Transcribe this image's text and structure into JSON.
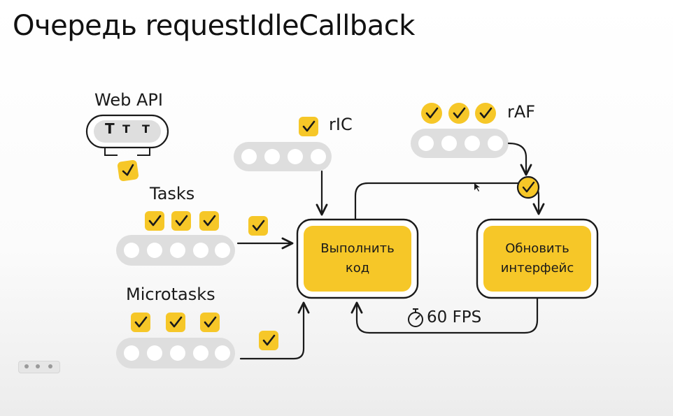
{
  "slide": {
    "title": "Очередь requestIdleCallback"
  },
  "labels": {
    "web_api": "Web API",
    "web_api_glyphs": [
      "T",
      "T",
      "T"
    ],
    "tasks": "Tasks",
    "microtasks": "Microtasks",
    "ric": "rIC",
    "raf": "rAF",
    "fps": "60 FPS"
  },
  "boxes": {
    "run_code": "Выполнить код",
    "update_ui": "Обновить интерфейс"
  },
  "icons": {
    "check": "check-icon",
    "timer": "stopwatch-icon",
    "arrow": "arrow-icon"
  },
  "colors": {
    "accent_yellow": "#f6c728",
    "queue_gray": "#dedede",
    "queue_dot": "#ffffff",
    "stroke": "#1a1a1a"
  }
}
